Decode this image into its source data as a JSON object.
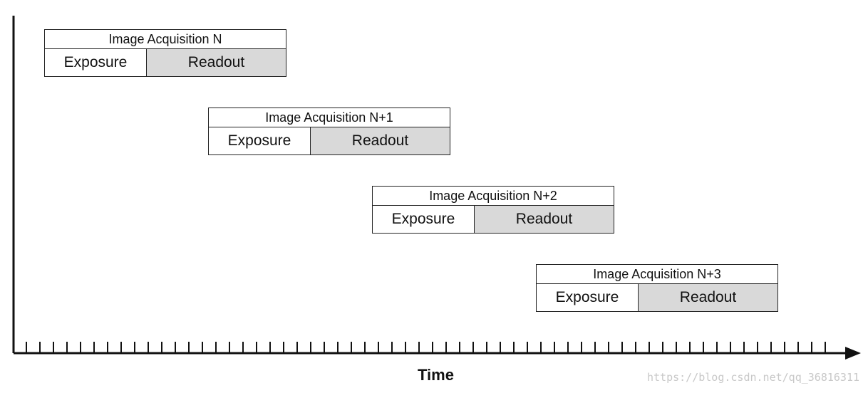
{
  "acquisitions": [
    {
      "title": "Image Acquisition N",
      "exposure": "Exposure",
      "readout": "Readout"
    },
    {
      "title": "Image Acquisition N+1",
      "exposure": "Exposure",
      "readout": "Readout"
    },
    {
      "title": "Image Acquisition N+2",
      "exposure": "Exposure",
      "readout": "Readout"
    },
    {
      "title": "Image Acquisition N+3",
      "exposure": "Exposure",
      "readout": "Readout"
    }
  ],
  "axis": {
    "label": "Time"
  },
  "watermark": "https://blog.csdn.net/qq_36816311",
  "colors": {
    "readout_fill": "#d9d9d9",
    "line": "#222222"
  }
}
